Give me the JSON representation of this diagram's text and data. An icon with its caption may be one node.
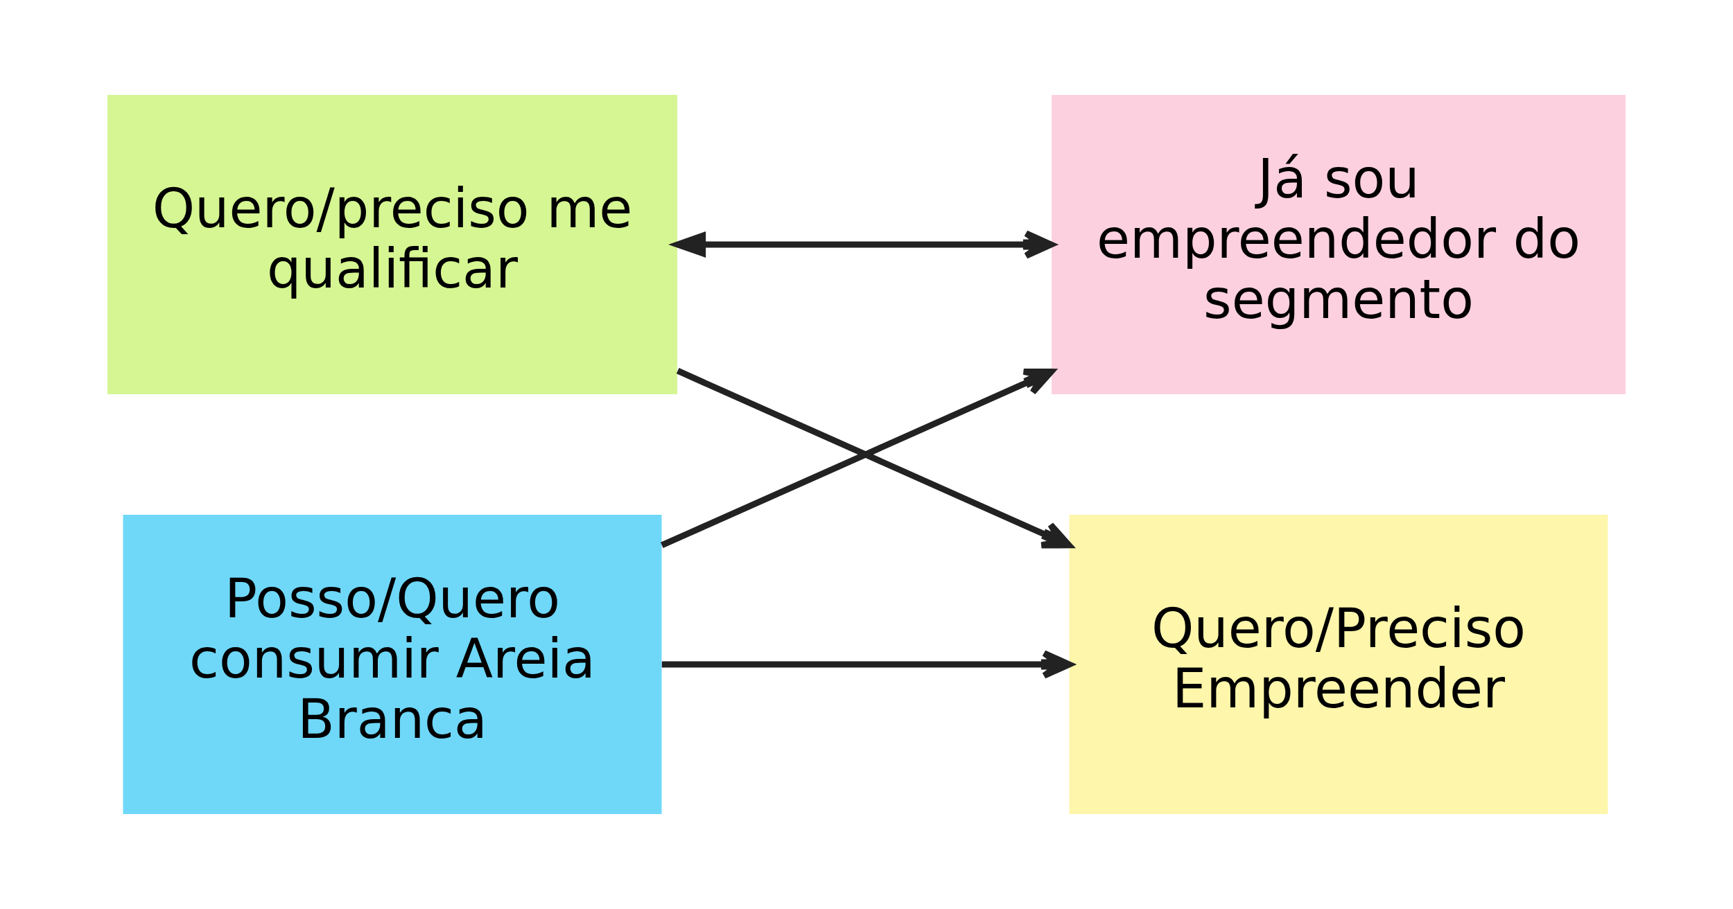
{
  "diagram": {
    "nodes": [
      {
        "text": [
          "Quero/preciso me qualificar"
        ]
      },
      {
        "text": [
          "Já sou empreendedor do segmento"
        ]
      },
      {
        "text": [
          "Posso/Quero consumir Areia Branca"
        ]
      },
      {
        "text": [
          "Quero/Preciso Empreender"
        ]
      }
    ],
    "edges": [
      {
        "from": 0,
        "to": 1,
        "arrow": "both"
      },
      {
        "from": 0,
        "to": 3,
        "arrow": "to"
      },
      {
        "from": 2,
        "to": 1,
        "arrow": "to"
      },
      {
        "from": 2,
        "to": 3,
        "arrow": "to"
      }
    ]
  }
}
